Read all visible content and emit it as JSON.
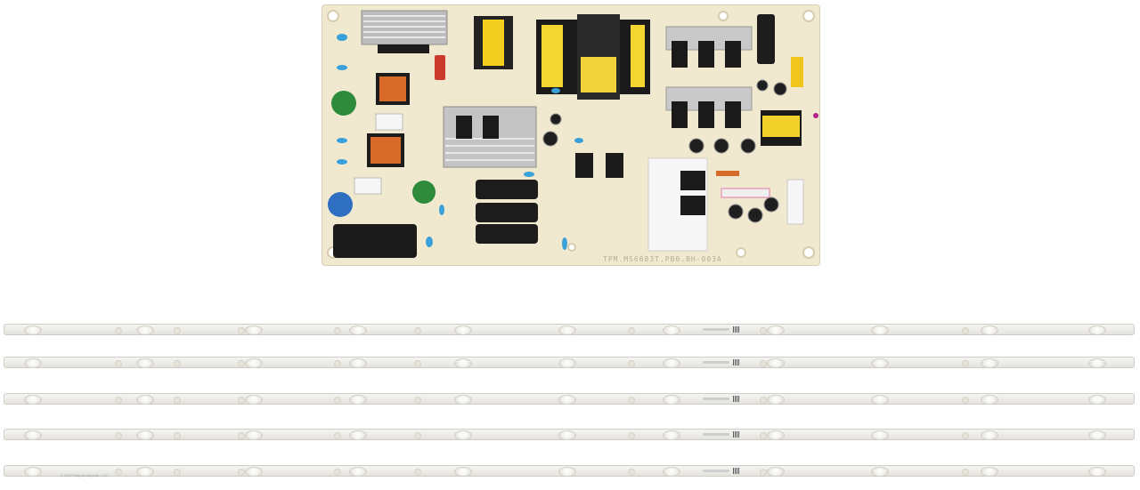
{
  "image": {
    "power_board": {
      "silkscreen_label": "TPM.MS6683T.PB0.BH-003A",
      "components": {
        "heatsinks": 4,
        "transformers": 2,
        "electrolytic_capacitors": "multiple",
        "common_mode_chokes": 2
      },
      "colors": {
        "pcb": "#f1e8d0",
        "heatsink": "#b9b9b9",
        "capacitor": "#1f1f1f",
        "transformer_tape": "#f4d22a",
        "film_cap_green": "#2e8b3c",
        "y_cap_blue": "#2f6fc2"
      }
    },
    "led_strips": {
      "count": 5,
      "leds_per_strip": 11,
      "strip_color": "#ecebe6"
    },
    "copyright": "© 2022 ShopJimmy.com, LLC"
  }
}
